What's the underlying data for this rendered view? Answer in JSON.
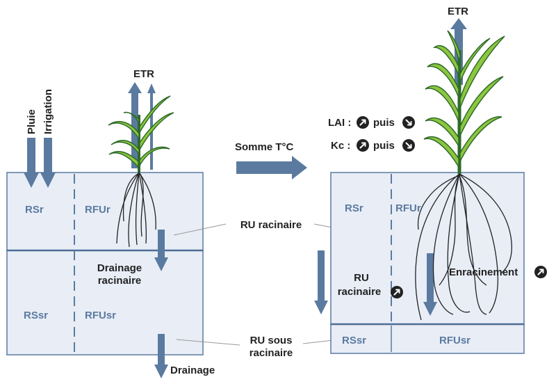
{
  "colors": {
    "soil_fill": "#e8edf6",
    "soil_border": "#5b7aa0",
    "arrow": "#5b7aa0",
    "zone_text": "#5b7aa0",
    "label_text": "#222222",
    "leaf_light": "#8dc63f",
    "leaf_dark": "#2e6b2a",
    "root": "#222222"
  },
  "inputs": {
    "rain": "Pluie",
    "irrigation": "Irrigation"
  },
  "etr_left": "ETR",
  "etr_right": "ETR",
  "left_soil": {
    "rs_r": "RSr",
    "rfu_r": "RFUr",
    "rs_sr": "RSsr",
    "rfu_sr": "RFUsr"
  },
  "drainage_racinaire": [
    "Drainage",
    "racinaire"
  ],
  "drainage": "Drainage",
  "transition": "Somme T°C",
  "growth": {
    "lai_prefix": "LAI :",
    "kc_prefix": "Kc :",
    "then": "puis",
    "up_icon": "arrow-up-right-icon",
    "down_icon": "arrow-down-right-icon"
  },
  "callouts": {
    "ru_racinaire": "RU racinaire",
    "ru_sous_racinaire": [
      "RU sous",
      "racinaire"
    ]
  },
  "right_soil": {
    "rs_r": "RSr",
    "rfu_r": "RFUr",
    "rs_sr": "RSsr",
    "rfu_sr": "RFUsr",
    "ru_racinaire": [
      "RU",
      "racinaire"
    ],
    "enracinement": "Enracinement"
  }
}
